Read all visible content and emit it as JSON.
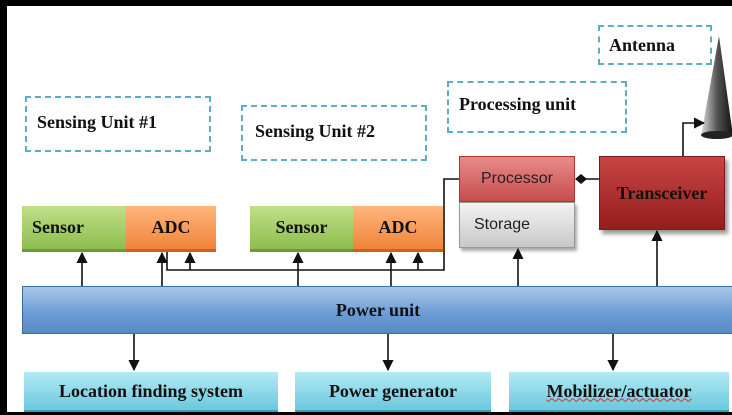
{
  "labels": {
    "antenna": "Antenna",
    "sensing_unit_1": "Sensing Unit #1",
    "sensing_unit_2": "Sensing Unit #2",
    "processing_unit": "Processing unit",
    "sensor_1": "Sensor",
    "adc_1": "ADC",
    "sensor_2": "Sensor",
    "adc_2": "ADC",
    "processor": "Processor",
    "storage": "Storage",
    "transceiver": "Transceiver",
    "power_unit": "Power unit",
    "location_finding_system": "Location finding system",
    "power_generator": "Power generator",
    "mobilizer_actuator": "Mobilizer/actuator"
  },
  "colors": {
    "sensor_green": "#9bc85e",
    "adc_orange": "#f7954b",
    "processor_red": "#d66464",
    "transceiver_red": "#b03030",
    "power_blue": "#7ba8dc",
    "bottom_cyan": "#8ad7e8",
    "dashed_outline": "#5aaec8"
  },
  "icons": {
    "antenna": "antenna-icon"
  }
}
